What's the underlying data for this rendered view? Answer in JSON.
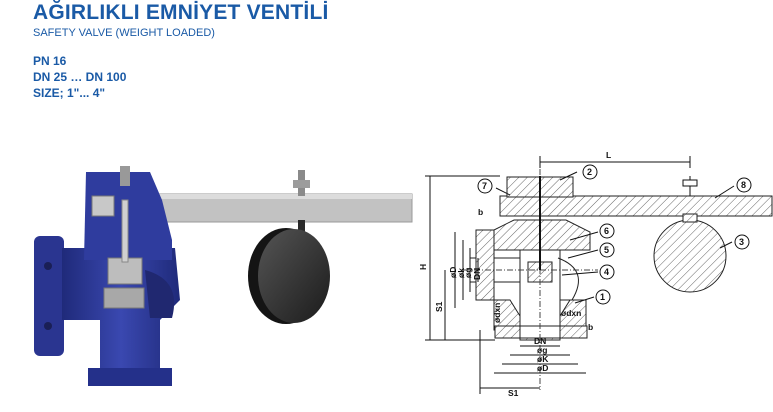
{
  "header": {
    "title": "AĞIRLIKLI EMNİYET VENTİLİ",
    "subtitle": "SAFETY VALVE (WEIGHT LOADED)"
  },
  "specs": {
    "pressure": "PN 16",
    "dn_range": "DN 25 … DN 100",
    "size_range": "SIZE; 1\"... 4\""
  },
  "drawing": {
    "dimensions": {
      "L": "L",
      "H": "H",
      "S1_vertical": "S1",
      "S1_horizontal": "S1",
      "b_top": "b",
      "b_bottom": "b",
      "oD": "øD",
      "oK": "øk",
      "og": "øg",
      "DN": "DN",
      "odxn_left": "ødxn",
      "odxn_right": "ødxn",
      "DN_bottom": "DN",
      "og_bottom": "øg",
      "oK_bottom": "øK",
      "oD_bottom": "øD"
    },
    "callouts": [
      "1",
      "2",
      "3",
      "4",
      "5",
      "6",
      "7",
      "8"
    ]
  },
  "colors": {
    "brand_blue": "#1a5aa6",
    "valve_body": "#2e3a9a",
    "lever": "#bfbfbf",
    "weight": "#2a2a2a"
  }
}
